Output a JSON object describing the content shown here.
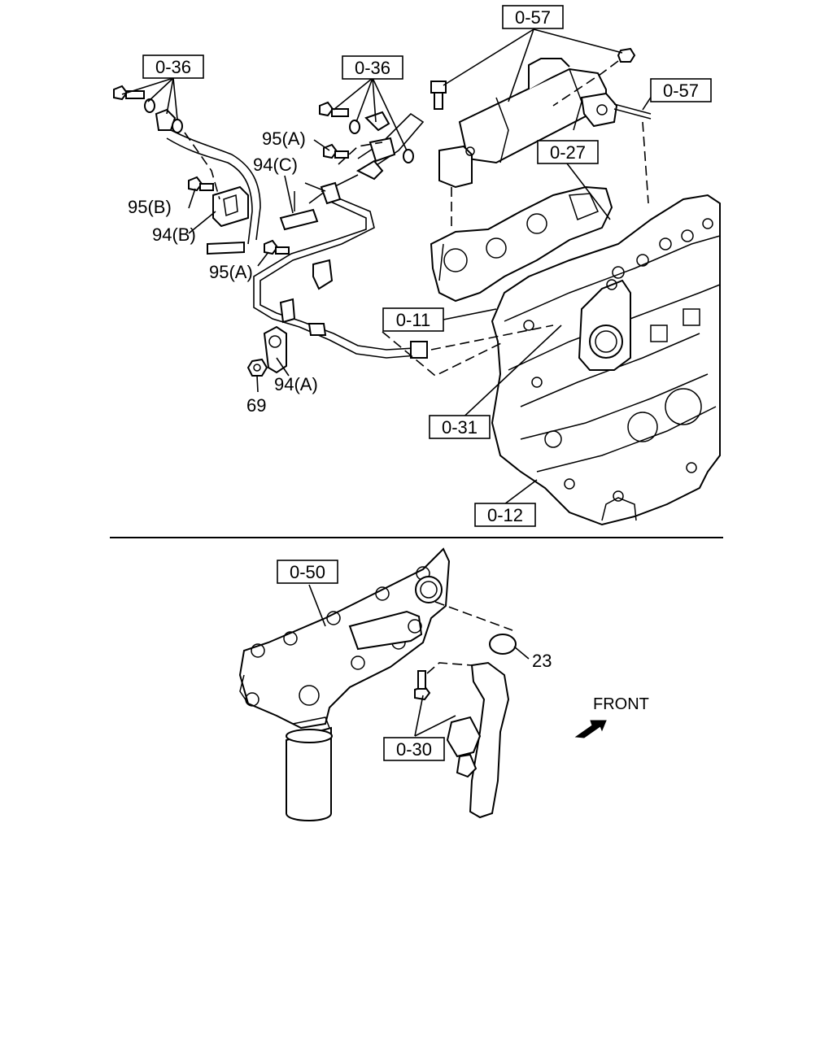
{
  "callouts": {
    "c036a": "0-36",
    "c036b": "0-36",
    "c057a": "0-57",
    "c057b": "0-57",
    "c027": "0-27",
    "c011": "0-11",
    "c031": "0-31",
    "c012": "0-12",
    "c050": "0-50",
    "c030": "0-30"
  },
  "parts": {
    "p95a_top": "95(A)",
    "p94c": "94(C)",
    "p95b": "95(B)",
    "p94b": "94(B)",
    "p95a_bottom": "95(A)",
    "p94a": "94(A)",
    "p69": "69",
    "p23": "23"
  },
  "front_label": "FRONT"
}
